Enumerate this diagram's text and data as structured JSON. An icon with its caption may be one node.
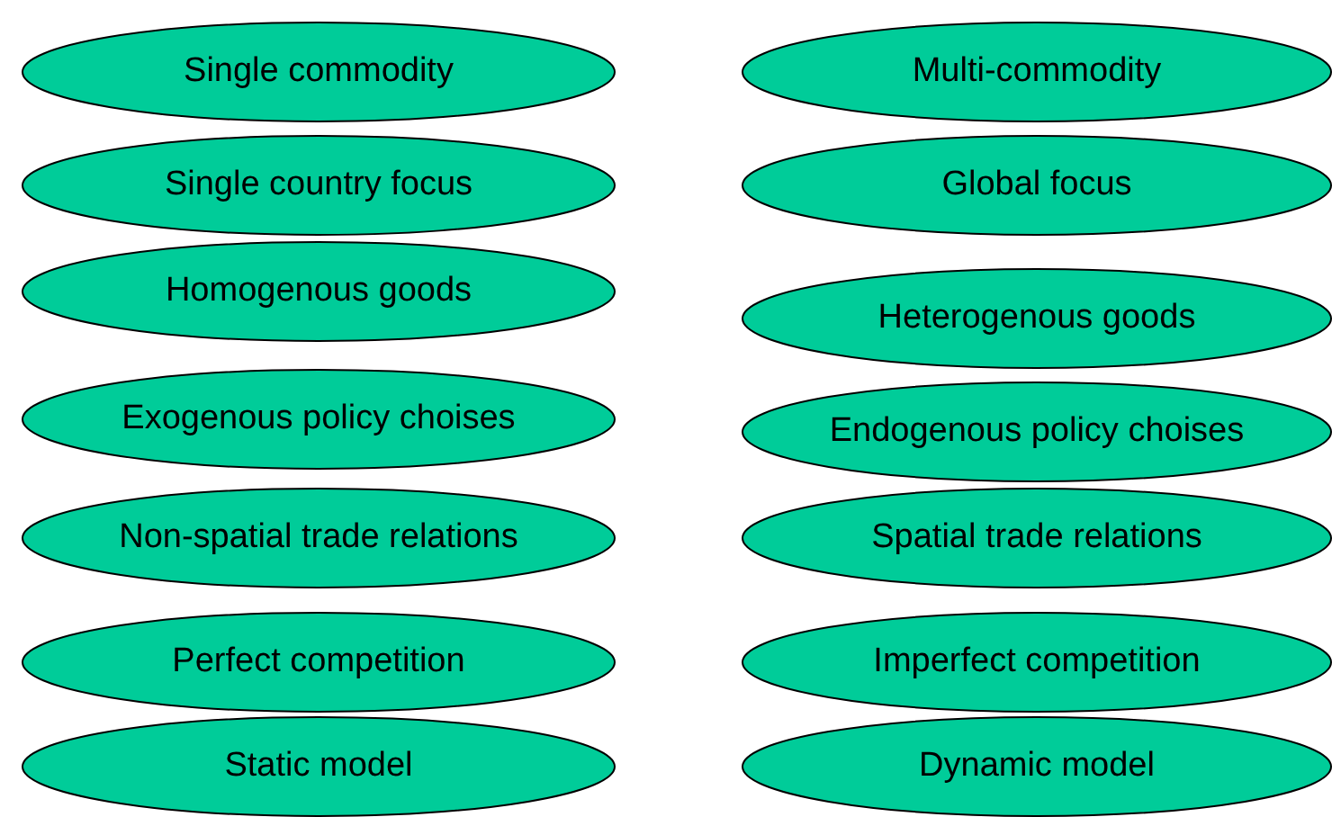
{
  "diagram": {
    "nodes": [
      {
        "text": [
          "Single commodity"
        ]
      },
      {
        "text": [
          "Multi-commodity"
        ]
      },
      {
        "text": [
          "Single country focus"
        ]
      },
      {
        "text": [
          "Global focus"
        ]
      },
      {
        "text": [
          "Homogenous goods"
        ]
      },
      {
        "text": [
          "Heterogenous goods"
        ]
      },
      {
        "text": [
          "Exogenous policy choises"
        ]
      },
      {
        "text": [
          "Endogenous policy choises"
        ]
      },
      {
        "text": [
          "Non-spatial trade relations"
        ]
      },
      {
        "text": [
          "Spatial trade relations"
        ]
      },
      {
        "text": [
          "Perfect competition"
        ]
      },
      {
        "text": [
          "Imperfect competition"
        ]
      },
      {
        "text": [
          "Static model"
        ]
      },
      {
        "text": [
          "Dynamic model"
        ]
      }
    ]
  }
}
